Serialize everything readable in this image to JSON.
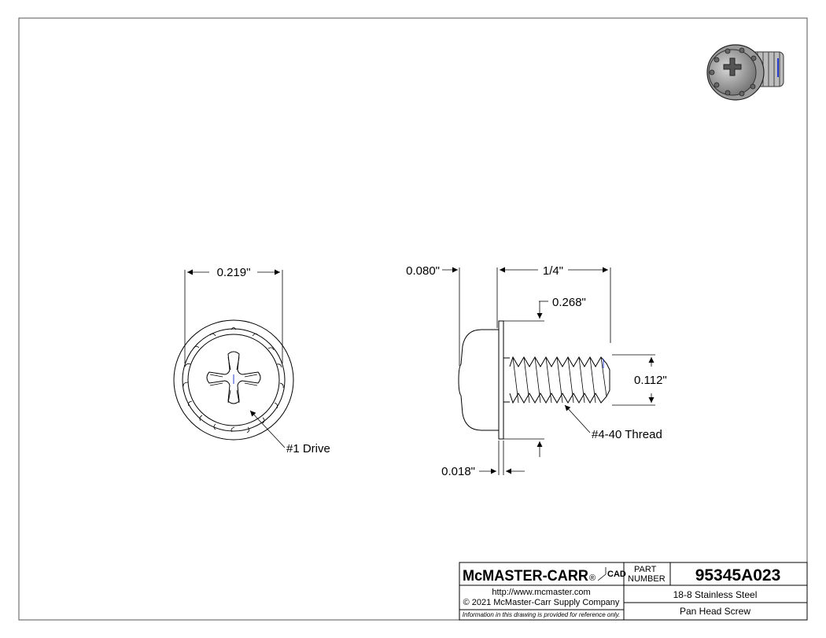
{
  "drawing": {
    "front_view": {
      "diameter_label": "0.219\"",
      "drive_label": "#1 Drive"
    },
    "side_view": {
      "head_height_label": "0.080\"",
      "length_label": "1/4\"",
      "washer_dia_label": "0.268\"",
      "thread_dia_label": "0.112\"",
      "thread_label": "#4-40 Thread",
      "washer_thick_label": "0.018\""
    }
  },
  "title_block": {
    "brand": "McMASTER-CARR",
    "registered_mark": "®",
    "cad_mark": "CAD",
    "part_label_line1": "PART",
    "part_label_line2": "NUMBER",
    "part_number": "95345A023",
    "url": "http://www.mcmaster.com",
    "copyright": "© 2021 McMaster-Carr Supply Company",
    "disclaimer": "Information in this drawing is provided for reference only.",
    "description_line1": "18-8 Stainless Steel",
    "description_line2": "Pan Head Screw"
  }
}
